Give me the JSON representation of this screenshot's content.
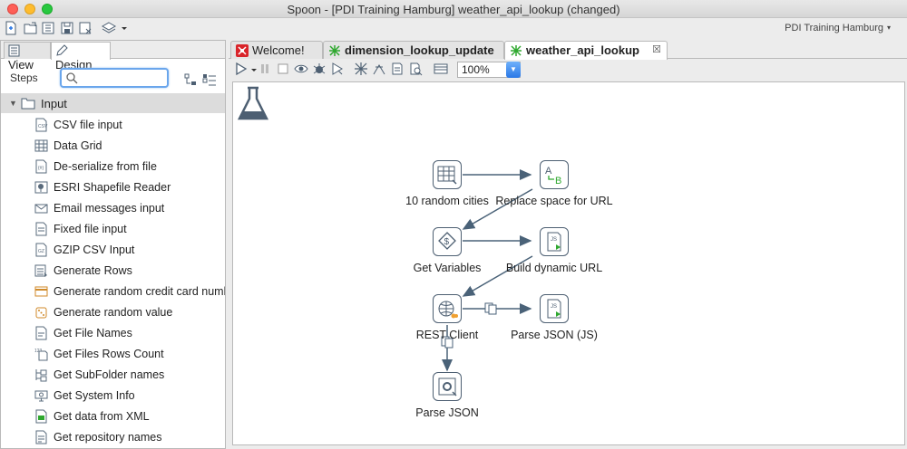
{
  "window": {
    "title": "Spoon - [PDI Training Hamburg] weather_api_lookup (changed)",
    "context": "PDI Training Hamburg"
  },
  "left_panel": {
    "tabs": {
      "view": "View",
      "design": "Design"
    },
    "steps_label": "Steps",
    "search": {
      "value": "",
      "placeholder": ""
    },
    "category": "Input",
    "items": [
      "CSV file input",
      "Data Grid",
      "De-serialize from file",
      "ESRI Shapefile Reader",
      "Email messages input",
      "Fixed file input",
      "GZIP CSV Input",
      "Generate Rows",
      "Generate random credit card numb",
      "Generate random value",
      "Get File Names",
      "Get Files Rows Count",
      "Get SubFolder names",
      "Get System Info",
      "Get data from XML",
      "Get repository names"
    ]
  },
  "editor": {
    "tabs": [
      {
        "label": "Welcome!"
      },
      {
        "label": "dimension_lookup_update"
      },
      {
        "label": "weather_api_lookup",
        "close": "☒"
      }
    ],
    "zoom": "100%",
    "nodes": {
      "random_cities": "10 random cities",
      "replace_space": "Replace space for URL",
      "get_variables": "Get Variables",
      "build_url": "Build dynamic URL",
      "rest_client": "REST Client",
      "parse_json_js": "Parse JSON (JS)",
      "parse_json": "Parse JSON"
    }
  },
  "colors": {
    "accent": "#6aa6ec",
    "node_border": "#4d5f72",
    "hop": "#4a6278",
    "green": "#2fa82f",
    "welcome_red": "#d9242a"
  }
}
